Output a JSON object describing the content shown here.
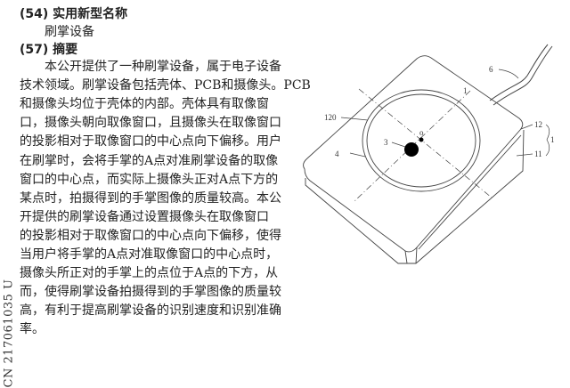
{
  "title_section": {
    "code": "(54)",
    "heading": "实用新型名称",
    "name": "刷掌设备"
  },
  "abstract_section": {
    "code": "(57)",
    "heading": "摘要",
    "lines": [
      "本公开提供了一种刷掌设备，属于电子设备",
      "技术领域。刷掌设备包括壳体、PCB和摄像头。PCB",
      "和摄像头均位于壳体的内部。壳体具有取像窗",
      "口，摄像头朝向取像窗口，且摄像头在取像窗口",
      "的投影相对于取像窗口的中心点向下偏移。用户",
      "在刷掌时，会将手掌的A点对准刷掌设备的取像",
      "窗口的中心点，而实际上摄像头正对A点下方的",
      "某点时，拍摄得到的手掌图像的质量较高。本公",
      "开提供的刷掌设备通过设置摄像头在取像窗口",
      "的投影相对于取像窗口的中心点向下偏移，使得",
      "当用户将手掌的A点对准取像窗口的中心点时，",
      "摄像头所正对的手掌上的点位于A点的下方，从",
      "而，使得刷掌设备拍摄得到的手掌图像的质量较",
      "高，有利于提高刷掌设备的识别速度和识别准确",
      "率。"
    ]
  },
  "side_number": "CN 217061035 U",
  "figure_labels": {
    "cable": "6",
    "axis": "1",
    "window": "120",
    "top_shell": "12",
    "device": "1",
    "bottom_shell": "11",
    "camera": "3",
    "ring": "4",
    "center": "o"
  }
}
